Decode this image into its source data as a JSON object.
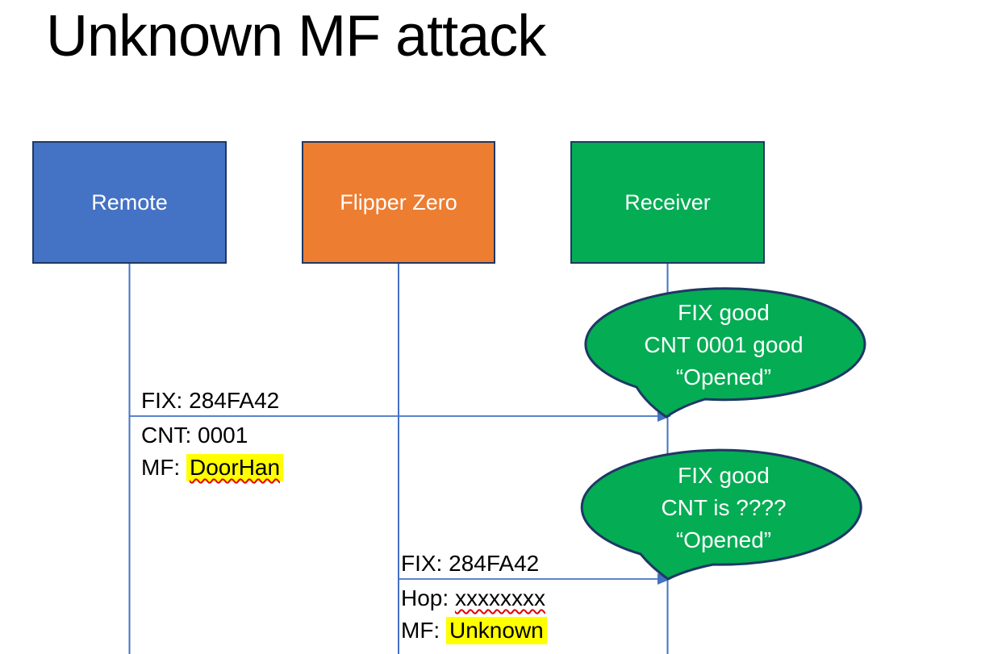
{
  "title": "Unknown MF attack",
  "actors": [
    {
      "id": "remote",
      "label": "Remote"
    },
    {
      "id": "flipper",
      "label": "Flipper Zero"
    },
    {
      "id": "receiver",
      "label": "Receiver"
    }
  ],
  "messages": [
    {
      "from": "Remote",
      "to": "Receiver",
      "above": "FIX: 284FA42",
      "below": [
        {
          "prefix": "CNT: 0001",
          "marked": "",
          "highlight": false,
          "spellcheck_squiggle": false
        },
        {
          "prefix": "MF: ",
          "marked": "DoorHan",
          "highlight": true,
          "spellcheck_squiggle": true
        }
      ]
    },
    {
      "from": "Flipper Zero",
      "to": "Receiver",
      "above": "FIX: 284FA42",
      "below": [
        {
          "prefix": "Hop: ",
          "marked": "xxxxxxxx",
          "highlight": false,
          "spellcheck_squiggle": true
        },
        {
          "prefix": "MF: ",
          "marked": "Unknown",
          "highlight": true,
          "spellcheck_squiggle": false
        }
      ]
    }
  ],
  "bubbles": [
    {
      "speaker": "Receiver",
      "lines": [
        "FIX good",
        "CNT 0001 good",
        "“Opened”"
      ]
    },
    {
      "speaker": "Receiver",
      "lines": [
        "FIX good",
        "CNT is ????",
        "“Opened”"
      ]
    }
  ],
  "colors": {
    "actor_blue": "#4472C4",
    "actor_orange": "#ED7D31",
    "actor_green": "#04AC54",
    "outline_navy": "#1F3864",
    "connector_blue": "#4472C4",
    "highlight_yellow": "#FFFF00",
    "squiggle_red": "#E00000",
    "text_white": "#FFFFFF",
    "text_black": "#000000"
  }
}
